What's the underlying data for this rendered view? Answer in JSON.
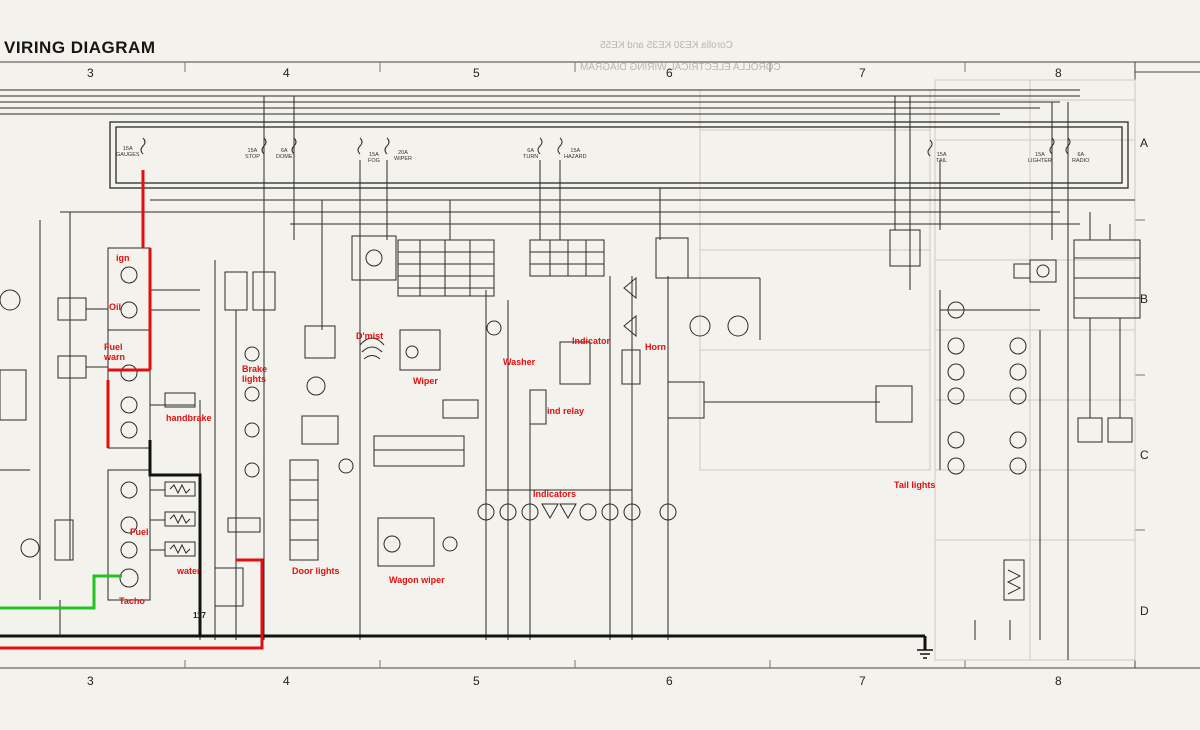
{
  "title": "VIRING DIAGRAM",
  "ghost_text": [
    "Corolla KE30 KE35 and KE55",
    "COROLLA ELECTRICAL WIRING DIAGRAM"
  ],
  "columns_top": [
    "3",
    "4",
    "5",
    "6",
    "7",
    "8"
  ],
  "columns_bottom": [
    "3",
    "4",
    "5",
    "6",
    "7",
    "8"
  ],
  "rows": [
    "A",
    "B",
    "C",
    "D"
  ],
  "fuses": [
    {
      "amp": "15A",
      "name": "GAUGES"
    },
    {
      "amp": "15A",
      "name": "STOP"
    },
    {
      "amp": "6A",
      "name": "DOME"
    },
    {
      "amp": "15A",
      "name": "FOG"
    },
    {
      "amp": "20A",
      "name": "WIPER"
    },
    {
      "amp": "6A",
      "name": "TURN"
    },
    {
      "amp": "15A",
      "name": "HAZARD"
    },
    {
      "amp": "15A",
      "name": "TAIL"
    },
    {
      "amp": "15A",
      "name": "LIGHTER"
    },
    {
      "amp": "6A",
      "name": "RADIO"
    }
  ],
  "labels": {
    "ign": "ign",
    "oil": "Oil",
    "fuel_warn": "Fuel\nwarn",
    "handbrake": "handbrake",
    "brake_lights": "Brake\nlights",
    "dmist": "D'mist",
    "wiper": "Wiper",
    "washer": "Washer",
    "indicator": "Indicator",
    "horn": "Horn",
    "ind_relay": "ind relay",
    "indicators": "Indicators",
    "fuel": "Fuel",
    "water": "water",
    "tacho": "Tacho",
    "door_lights": "Door lights",
    "wagon_wiper": "Wagon wiper",
    "tail_lights": "Tail lights"
  },
  "component_numbers": {
    "n117": "117"
  },
  "colors": {
    "battery_feed": "#e01010",
    "ground_link": "#22c322",
    "ground_bus": "#111111",
    "ink": "#2a2a2a"
  }
}
